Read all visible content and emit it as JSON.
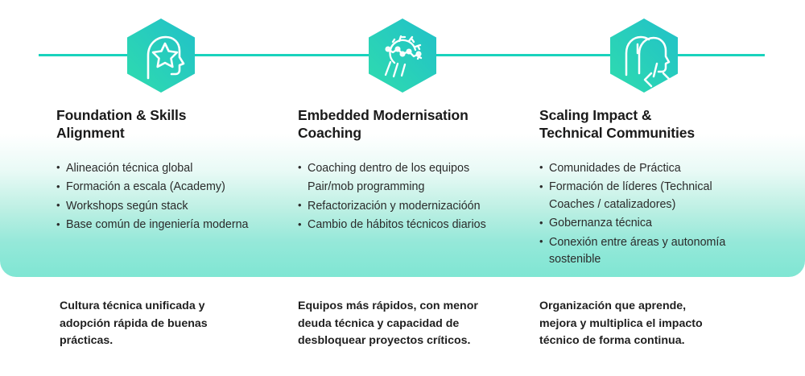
{
  "theme": {
    "rule_color": "#19d3bd",
    "hex_gradient_from": "#21c0c9",
    "hex_gradient_to": "#2fdcae",
    "panel_gradient_to": "#7fe6d3",
    "text_color": "#1a1a1a"
  },
  "timeline": {
    "rule_label": "timeline-rule"
  },
  "stages": [
    {
      "icon": "head-with-star-icon",
      "title": "Foundation & Skills\nAlignment",
      "bullets": [
        {
          "text": "Alineación técnica global",
          "bullet": true
        },
        {
          "text": "Formación a escala (Academy)",
          "bullet": true
        },
        {
          "text": "Workshops según stack",
          "bullet": true
        },
        {
          "text": "Base común de ingeniería moderna",
          "bullet": true
        }
      ],
      "outcome": "Cultura técnica unificada y\nadopción rápida de buenas\nprácticas."
    },
    {
      "icon": "gear-with-circuit-nodes-icon",
      "title": "Embedded Modernisation\nCoaching",
      "bullets": [
        {
          "text": "Coaching dentro de los equipos",
          "bullet": true
        },
        {
          "text": "Pair/mob programming",
          "bullet": false
        },
        {
          "text": "Refactorización y modernizacióón",
          "bullet": true
        },
        {
          "text": "Cambio de hábitos técnicos diarios",
          "bullet": true
        }
      ],
      "outcome": "Equipos más rápidos, con menor\ndeuda técnica y capacidad de\ndesbloquear proyectos críticos."
    },
    {
      "icon": "two-heads-with-code-icon",
      "title": "Scaling Impact &\nTechnical Communities",
      "bullets": [
        {
          "text": "Comunidades de Práctica",
          "bullet": true
        },
        {
          "text": "Formación de líderes (Technical\nCoaches / catalizadores)",
          "bullet": true
        },
        {
          "text": "Gobernanza técnica",
          "bullet": true
        },
        {
          "text": "Conexión entre áreas y autonomía\nsostenible",
          "bullet": true
        }
      ],
      "outcome": "Organización que aprende,\nmejora y multiplica el impacto\ntécnico de forma continua."
    }
  ]
}
